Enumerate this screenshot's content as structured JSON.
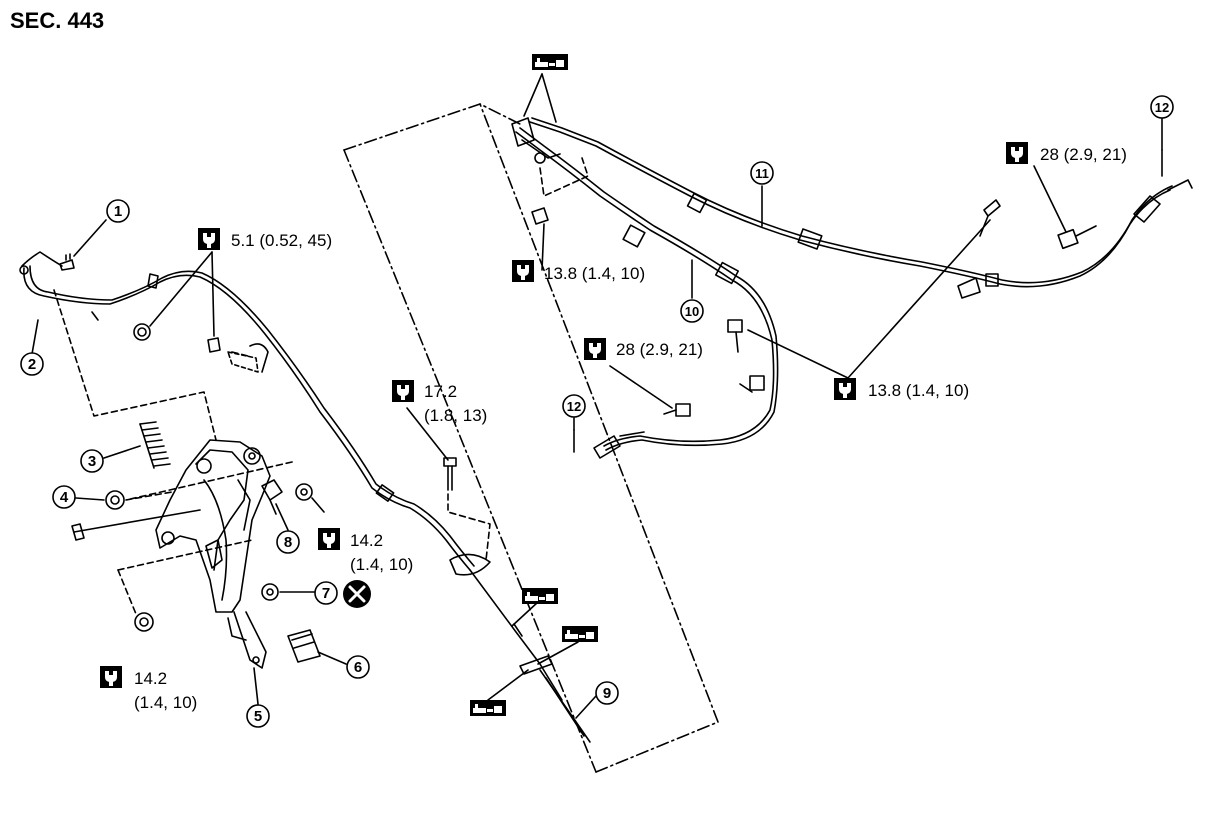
{
  "section_label": "SEC. 443",
  "colors": {
    "ink": "#000000",
    "paper": "#ffffff"
  },
  "icons": {
    "torque": "torque-wrench-icon",
    "grease": "grease-gun-icon",
    "never_reuse": "do-not-reuse-icon"
  },
  "callouts": [
    "1",
    "2",
    "3",
    "4",
    "5",
    "6",
    "7",
    "8",
    "9",
    "10",
    "11",
    "12",
    "12"
  ],
  "torques": {
    "t1": "5.1 (0.52, 45)",
    "t2": "13.8 (1.4, 10)",
    "t3a": "17.2",
    "t3b": "(1.8, 13)",
    "t4a": "14.2",
    "t4b": "(1.4, 10)",
    "t5a": "14.2",
    "t5b": "(1.4, 10)",
    "t6": "28 (2.9, 21)",
    "t7": "28 (2.9, 21)",
    "t8": "13.8 (1.4, 10)"
  }
}
